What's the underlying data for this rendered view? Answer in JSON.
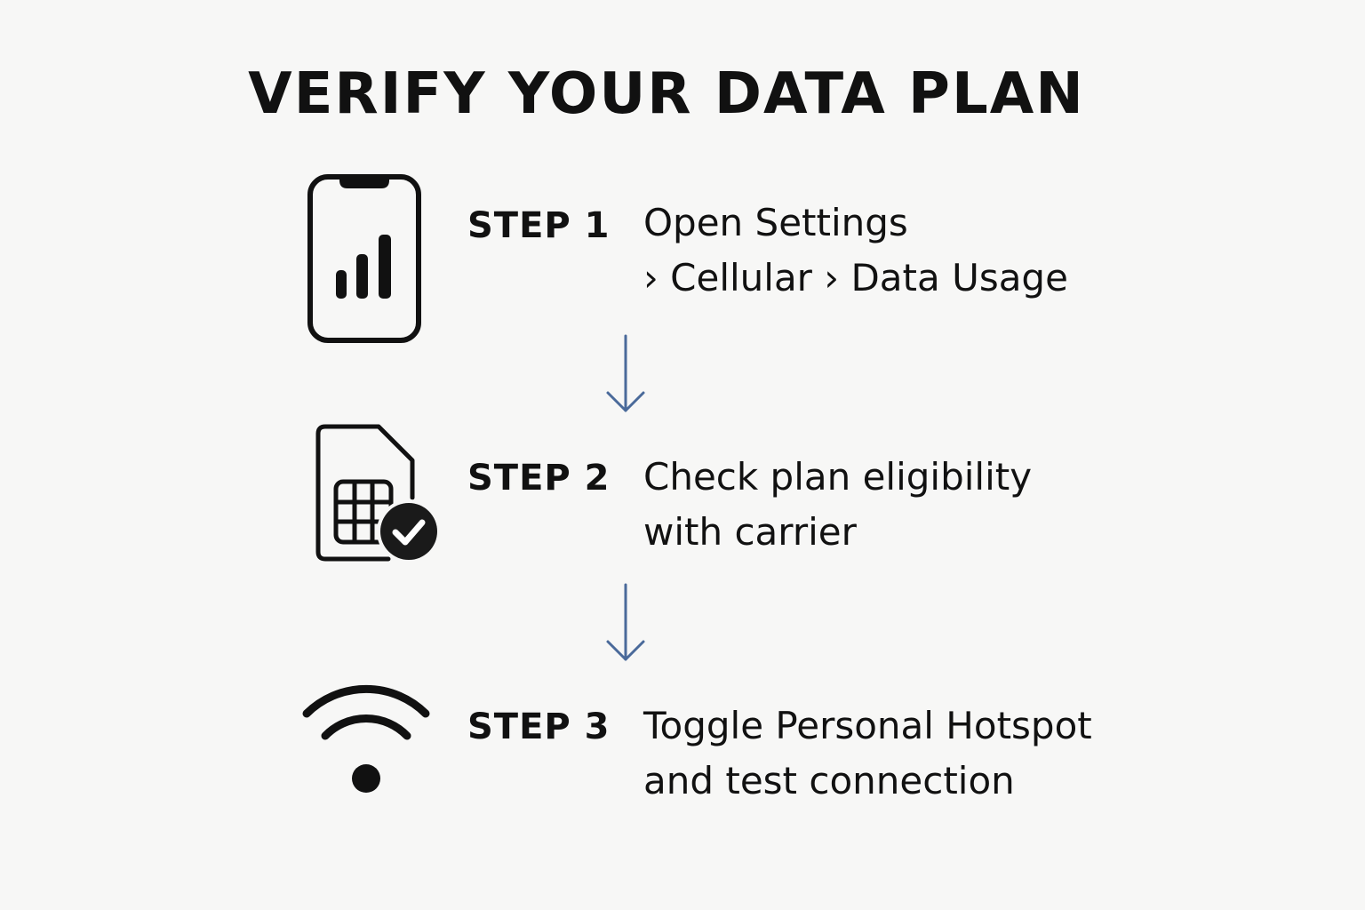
{
  "title": "VERIFY YOUR DATA PLAN",
  "colors": {
    "text": "#111111",
    "arrow": "#4a6a9a",
    "background": "#f7f7f6"
  },
  "steps": [
    {
      "icon": "phone-signal-icon",
      "label": "STEP 1",
      "lines": [
        "Open Settings",
        "› Cellular › Data Usage"
      ]
    },
    {
      "icon": "sim-card-check-icon",
      "label": "STEP 2",
      "lines": [
        "Check plan eligibility",
        "with carrier"
      ]
    },
    {
      "icon": "wifi-hotspot-icon",
      "label": "STEP 3",
      "lines": [
        "Toggle Personal Hotspot",
        "and test connection"
      ]
    }
  ]
}
